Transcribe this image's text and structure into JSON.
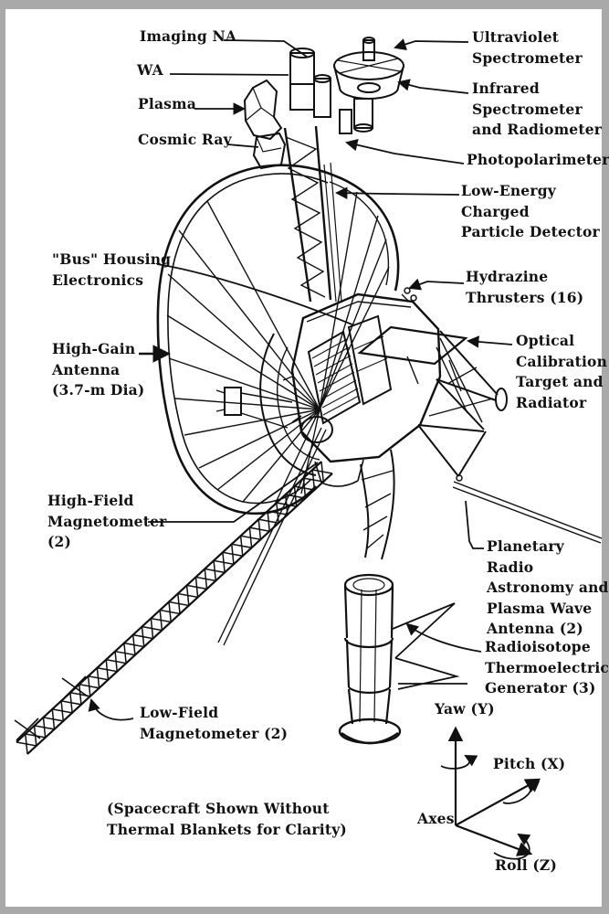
{
  "figure": {
    "background": "#ffffff",
    "frame_color": "#a9a9a9",
    "ink": "#111111",
    "description": "Voyager spacecraft cutaway line drawing with instrument callouts"
  },
  "callouts": {
    "imaging_na": "Imaging NA",
    "wa": "WA",
    "plasma": "Plasma",
    "cosmic_ray": "Cosmic Ray",
    "bus_housing": "\"Bus\" Housing\nElectronics",
    "high_gain": "High-Gain\nAntenna\n(3.7-m Dia)",
    "high_field": "High-Field\nMagnetometer\n(2)",
    "low_field": "Low-Field\nMagnetometer (2)",
    "ultraviolet": "Ultraviolet\nSpectrometer",
    "infrared": "Infrared\nSpectrometer\nand Radiometer",
    "photopolarimeter": "Photopolarimeter",
    "low_energy": "Low-Energy Charged\nParticle Detector",
    "hydrazine": "Hydrazine\nThrusters (16)",
    "optical": "Optical\nCalibration\nTarget and\nRadiator",
    "planetary": "Planetary Radio\nAstronomy and\nPlasma Wave\nAntenna (2)",
    "radioisotope": "Radioisotope\nThermoelectric\nGenerator (3)"
  },
  "axes": {
    "yaw": "Yaw (Y)",
    "pitch": "Pitch (X)",
    "roll": "Roll (Z)",
    "origin_label": "Axes"
  },
  "footnote": "(Spacecraft Shown Without\nThermal Blankets for Clarity)"
}
